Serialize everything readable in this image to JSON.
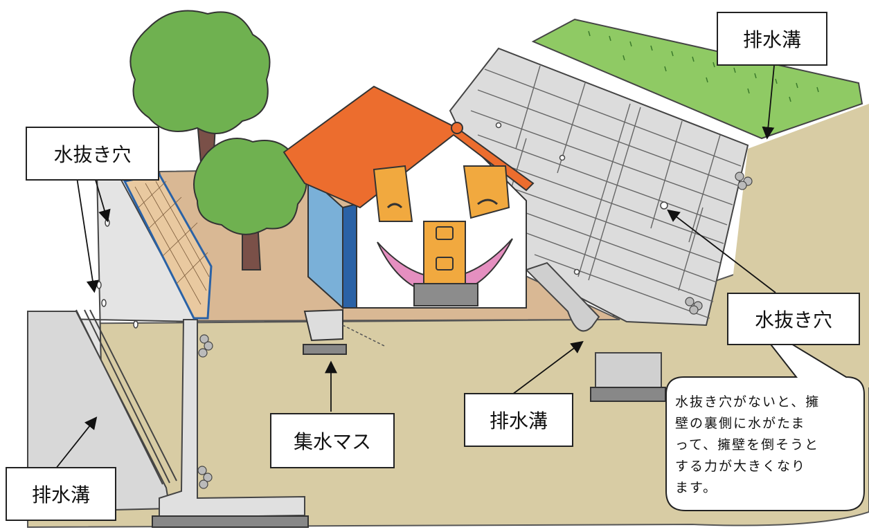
{
  "labels": {
    "drain_ditch_top_right": "排水溝",
    "weep_hole_left": "水抜き穴",
    "weep_hole_right": "水抜き穴",
    "drain_ditch_middle": "排水溝",
    "catch_basin": "集水マス",
    "drain_ditch_bottom_left": "排水溝"
  },
  "note": {
    "line1": "水抜き穴がないと、擁",
    "line2": "壁の裏側に水がたま",
    "line3": "って、擁壁を倒そうと",
    "line4": "する力が大きくなり",
    "line5": "ます。"
  }
}
